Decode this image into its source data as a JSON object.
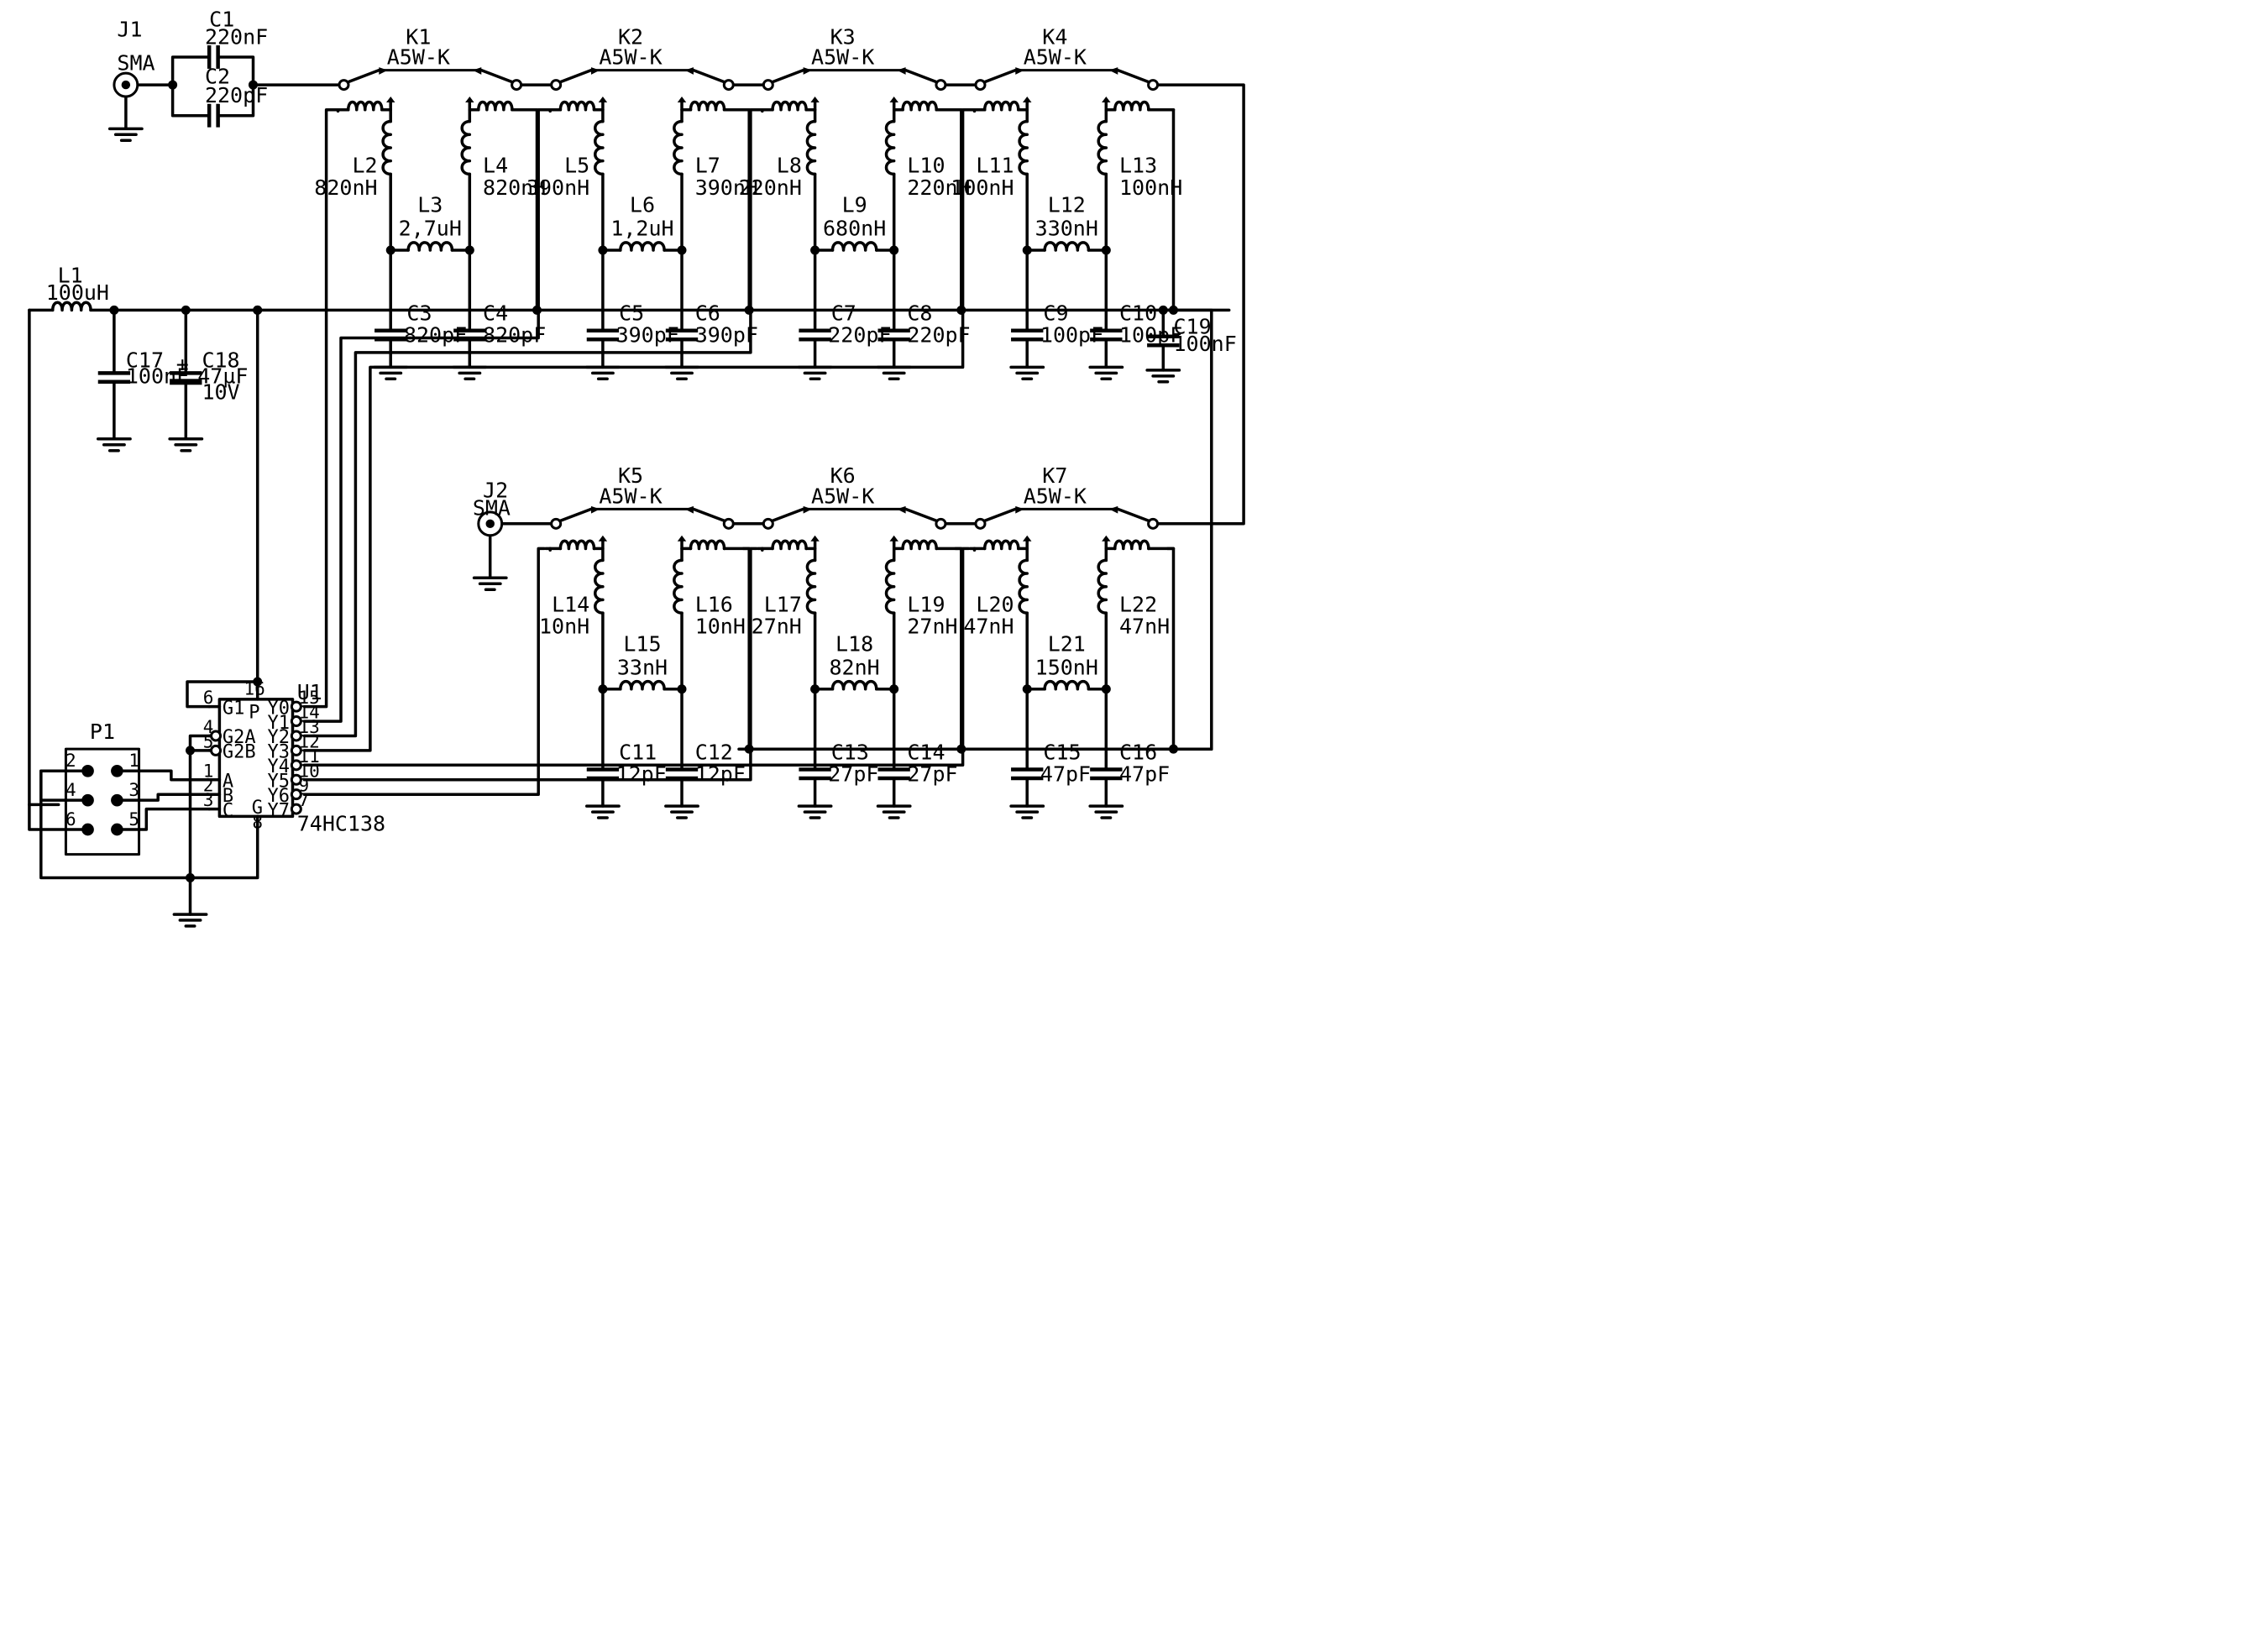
{
  "connectors": [
    {
      "ref": "J1",
      "type": "SMA"
    },
    {
      "ref": "J2",
      "type": "SMA"
    }
  ],
  "input_caps": [
    {
      "ref": "C1",
      "value": "220nF"
    },
    {
      "ref": "C2",
      "value": "220pF"
    }
  ],
  "relays": [
    {
      "ref": "K1",
      "part": "A5W-K"
    },
    {
      "ref": "K2",
      "part": "A5W-K"
    },
    {
      "ref": "K3",
      "part": "A5W-K"
    },
    {
      "ref": "K4",
      "part": "A5W-K"
    },
    {
      "ref": "K5",
      "part": "A5W-K"
    },
    {
      "ref": "K6",
      "part": "A5W-K"
    },
    {
      "ref": "K7",
      "part": "A5W-K"
    }
  ],
  "filters": [
    {
      "la": "L2",
      "lav": "820nH",
      "lb": "L3",
      "lbv": "2,7uH",
      "lc": "L4",
      "lcv": "820nH",
      "ca": "C3",
      "cav": "820pF",
      "cb": "C4",
      "cbv": "820pF"
    },
    {
      "la": "L5",
      "lav": "390nH",
      "lb": "L6",
      "lbv": "1,2uH",
      "lc": "L7",
      "lcv": "390nH",
      "ca": "C5",
      "cav": "390pF",
      "cb": "C6",
      "cbv": "390pF"
    },
    {
      "la": "L8",
      "lav": "220nH",
      "lb": "L9",
      "lbv": "680nH",
      "lc": "L10",
      "lcv": "220nH",
      "ca": "C7",
      "cav": "220pF",
      "cb": "C8",
      "cbv": "220pF"
    },
    {
      "la": "L11",
      "lav": "100nH",
      "lb": "L12",
      "lbv": "330nH",
      "lc": "L13",
      "lcv": "100nH",
      "ca": "C9",
      "cav": "100pF",
      "cb": "C10",
      "cbv": "100pF"
    },
    {
      "la": "L14",
      "lav": "10nH",
      "lb": "L15",
      "lbv": "33nH",
      "lc": "L16",
      "lcv": "10nH",
      "ca": "C11",
      "cav": "12pF",
      "cb": "C12",
      "cbv": "12pF"
    },
    {
      "la": "L17",
      "lav": "27nH",
      "lb": "L18",
      "lbv": "82nH",
      "lc": "L19",
      "lcv": "27nH",
      "ca": "C13",
      "cav": "27pF",
      "cb": "C14",
      "cbv": "27pF"
    },
    {
      "la": "L20",
      "lav": "47nH",
      "lb": "L21",
      "lbv": "150nH",
      "lc": "L22",
      "lcv": "47nH",
      "ca": "C15",
      "cav": "47pF",
      "cb": "C16",
      "cbv": "47pF"
    }
  ],
  "power": {
    "l1": {
      "ref": "L1",
      "value": "100uH"
    },
    "c17": {
      "ref": "C17",
      "value": "100nF"
    },
    "c18": {
      "ref": "C18",
      "value": "47µF",
      "voltage": "10V",
      "plus": "+"
    },
    "c19": {
      "ref": "C19",
      "value": "100nF"
    }
  },
  "header": {
    "ref": "P1",
    "pins": [
      "1",
      "2",
      "3",
      "4",
      "5",
      "6"
    ]
  },
  "decoder": {
    "ref": "U1",
    "part": "74HC138",
    "left_pins": [
      {
        "num": "6",
        "name": "G1"
      },
      {
        "num": "4",
        "name": "G2A"
      },
      {
        "num": "5",
        "name": "G2B"
      },
      {
        "num": "1",
        "name": "A"
      },
      {
        "num": "2",
        "name": "B"
      },
      {
        "num": "3",
        "name": "C"
      }
    ],
    "right_pins": [
      {
        "num": "15",
        "name": "Y0"
      },
      {
        "num": "14",
        "name": "Y1"
      },
      {
        "num": "13",
        "name": "Y2"
      },
      {
        "num": "12",
        "name": "Y3"
      },
      {
        "num": "11",
        "name": "Y4"
      },
      {
        "num": "10",
        "name": "Y5"
      },
      {
        "num": "9",
        "name": "Y6"
      },
      {
        "num": "7",
        "name": "Y7"
      }
    ],
    "power_pin": {
      "num": "16",
      "name": "P"
    },
    "ground_pin": {
      "num": "8",
      "name": "G"
    }
  }
}
